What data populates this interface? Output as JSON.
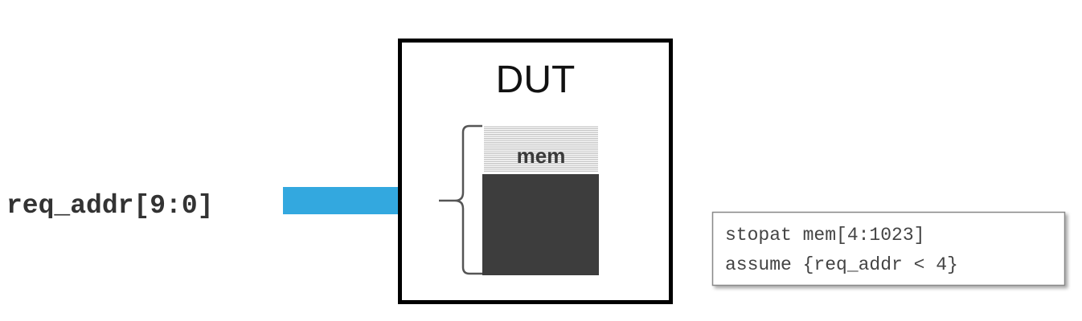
{
  "signal": {
    "label": "req_addr[9:0]"
  },
  "dut": {
    "title": "DUT",
    "memory": {
      "label": "mem"
    }
  },
  "code": {
    "lines": [
      "stopat mem[4:1023]",
      "assume {req_addr < 4}"
    ]
  },
  "colors": {
    "arrow": "#33a8df",
    "memory_block": "#3d3d3d",
    "memory_lines": "#b4b4b4",
    "dut_border": "#000000",
    "code_border": "#888888"
  }
}
